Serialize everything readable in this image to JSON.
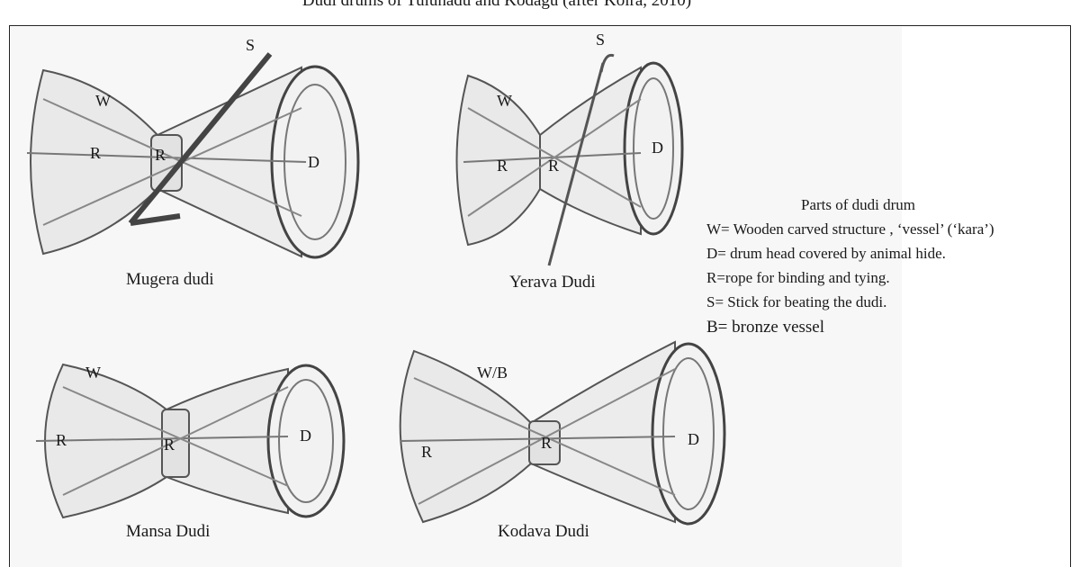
{
  "figure": {
    "title": "Dudi drums of Tulunadu and Kodagu  (after Koira, 2010)"
  },
  "drums": [
    {
      "caption": "Mugera dudi",
      "labels": [
        "W",
        "R",
        "R",
        "D",
        "S"
      ]
    },
    {
      "caption": "Yerava Dudi",
      "labels": [
        "W",
        "R",
        "R",
        "D",
        "S"
      ]
    },
    {
      "caption": "Mansa Dudi",
      "labels": [
        "W",
        "R",
        "R",
        "D"
      ]
    },
    {
      "caption": "Kodava Dudi",
      "labels": [
        "W/B",
        "R",
        "R",
        "D"
      ]
    }
  ],
  "legend": {
    "heading": "Parts of dudi drum",
    "items": [
      "W= Wooden carved structure , ‘vessel’ (‘kara’)",
      "D= drum head covered by animal hide.",
      "R=rope for binding  and tying.",
      "S= Stick for beating the dudi.",
      "B= bronze vessel"
    ]
  }
}
